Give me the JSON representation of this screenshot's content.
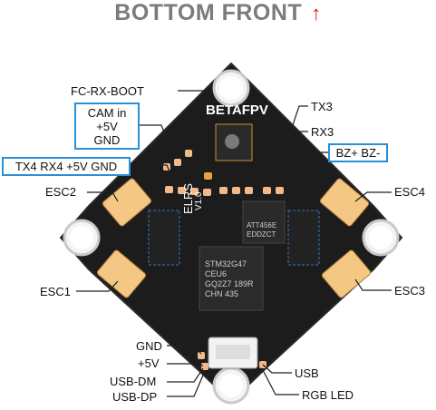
{
  "header": {
    "title": "BOTTOM FRONT",
    "arrow": "↑"
  },
  "board": {
    "brand": "BETAFPV",
    "elrs": "ELRS",
    "version": "V1.0",
    "mcu_lines": [
      "STM32G47",
      "CEU6",
      "GQ2Z7 189R",
      "CHN 435"
    ],
    "chip2": [
      "ATT456E",
      "EDDZCT"
    ]
  },
  "labels": {
    "fc_rx_boot": "FC-RX-BOOT",
    "cam_in": "CAM in",
    "plus5v": "+5V",
    "gnd": "GND",
    "tx4_group": "TX4  RX4  +5V  GND",
    "tx3": "TX3",
    "rx3": "RX3",
    "bz": "BZ+ BZ-",
    "esc1": "ESC1",
    "esc2": "ESC2",
    "esc3": "ESC3",
    "esc4": "ESC4",
    "bottom_gnd": "GND",
    "bottom_5v": "+5V",
    "usb_dm": "USB-DM",
    "usb_dp": "USB-DP",
    "usb": "USB",
    "rgb_led": "RGB LED"
  },
  "colors": {
    "title": "#7b7b7b",
    "arrow": "#e3141c",
    "box": "#2b8fd6",
    "board": "#1c1c1c",
    "pad": "#f2b98a",
    "connector": "#f4c884"
  }
}
